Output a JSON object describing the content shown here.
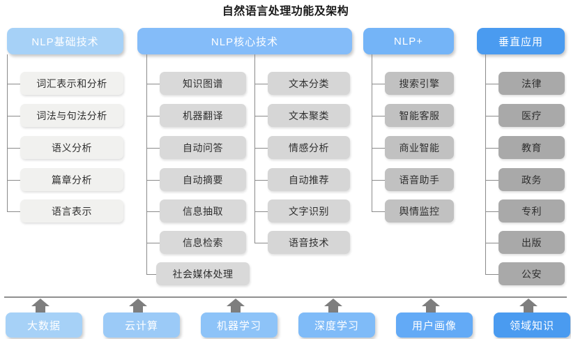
{
  "title": "自然语言处理功能及架构",
  "colors": {
    "header_basic": "#a6d1f7",
    "header_core": "#84bcf9",
    "header_plus": "#74b4f7",
    "header_vertical": "#4a9bf0",
    "item_col1": "#f1f1ef",
    "item_col2": "#d9d9d9",
    "item_col3": "#d6d6d6",
    "item_col4": "#c1c1c1",
    "item_col5": "#a9a9a9",
    "line": "#8a8a8a",
    "arrow": "#7e7e7e",
    "title_text": "#1a1a1a"
  },
  "columns": [
    {
      "id": "nlp-basic",
      "header": "NLP基础技术",
      "items": [
        "词汇表示和分析",
        "词法与句法分析",
        "语义分析",
        "篇章分析",
        "语言表示"
      ]
    },
    {
      "id": "nlp-core",
      "header": "NLP核心技术",
      "sub_columns": [
        {
          "id": "nlp-core-left",
          "items": [
            "知识图谱",
            "机器翻译",
            "自动问答",
            "自动摘要",
            "信息抽取",
            "信息检索",
            "社会媒体处理"
          ]
        },
        {
          "id": "nlp-core-right",
          "items": [
            "文本分类",
            "文本聚类",
            "情感分析",
            "自动推荐",
            "文字识别",
            "语音技术"
          ]
        }
      ]
    },
    {
      "id": "nlp-plus",
      "header": "NLP+",
      "items": [
        "搜索引擎",
        "智能客服",
        "商业智能",
        "语音助手",
        "舆情监控"
      ]
    },
    {
      "id": "vertical-application",
      "header": "垂直应用",
      "items": [
        "法律",
        "医疗",
        "教育",
        "政务",
        "专利",
        "出版",
        "公安"
      ]
    }
  ],
  "foundation": {
    "items": [
      {
        "label": "大数据",
        "color": "#a6d1f7"
      },
      {
        "label": "云计算",
        "color": "#9bcaf7"
      },
      {
        "label": "机器学习",
        "color": "#8dc3f8"
      },
      {
        "label": "深度学习",
        "color": "#7fbbf8"
      },
      {
        "label": "用户画像",
        "color": "#63aaf6"
      },
      {
        "label": "领域知识",
        "color": "#4a9bf0"
      }
    ]
  }
}
